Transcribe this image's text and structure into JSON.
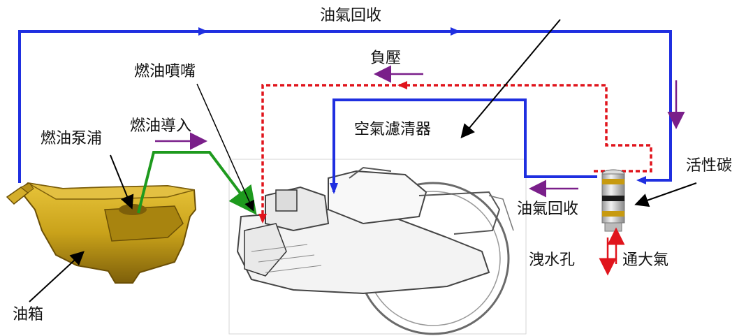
{
  "labels": {
    "vapor_recovery_top": "油氣回收",
    "negative_pressure": "負壓",
    "fuel_injector": "燃油噴嘴",
    "fuel_intake": "燃油導入",
    "fuel_pump": "燃油泵浦",
    "air_filter": "空氣濾清器",
    "activated_carbon": "活性碳",
    "vapor_recovery_side": "油氣回收",
    "drain_hole": "洩水孔",
    "atmosphere_vent": "通大氣",
    "fuel_tank": "油箱"
  },
  "colors": {
    "vapor_line": "#1f2fe0",
    "negative_pressure_line": "#e0141c",
    "fuel_line": "#1e9a1e",
    "direction_arrow": "#7a1f8a",
    "tank_gold": "#c9a21a",
    "tank_shadow": "#8a6a08",
    "vent_arrow": "#e0141c"
  }
}
